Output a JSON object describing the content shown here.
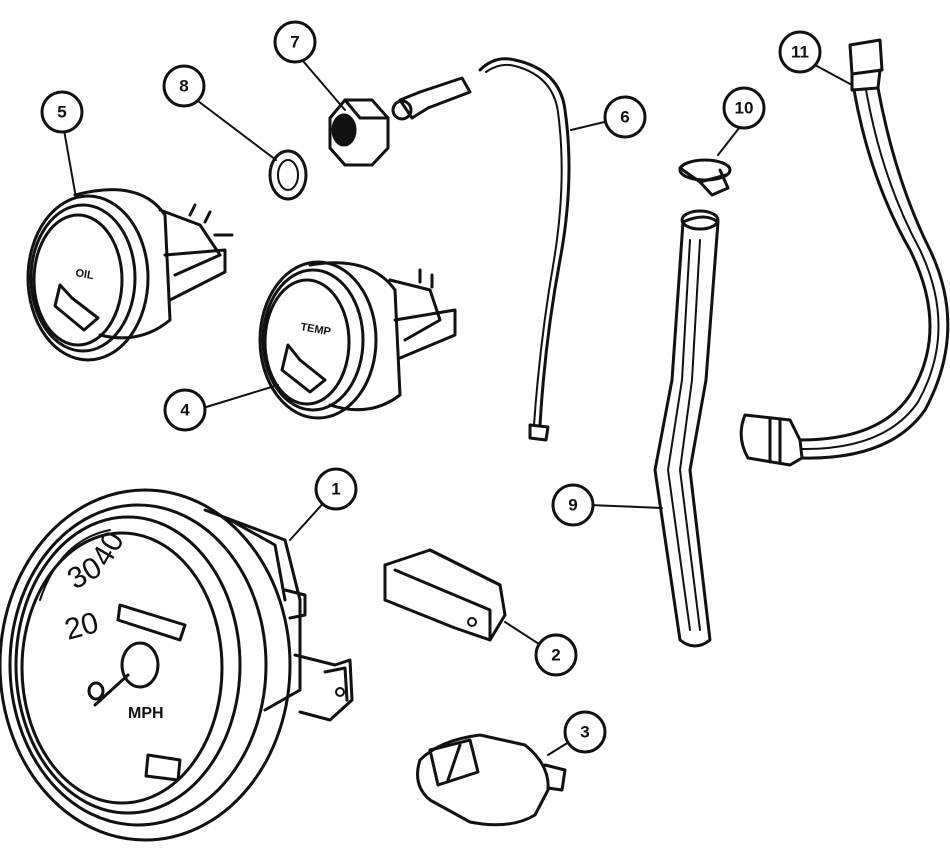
{
  "callouts": [
    {
      "num": "1"
    },
    {
      "num": "2"
    },
    {
      "num": "3"
    },
    {
      "num": "4"
    },
    {
      "num": "5"
    },
    {
      "num": "6"
    },
    {
      "num": "7"
    },
    {
      "num": "8"
    },
    {
      "num": "9"
    },
    {
      "num": "10"
    },
    {
      "num": "11"
    }
  ],
  "speedometer": {
    "scale": [
      "20",
      "30",
      "40"
    ],
    "unit": "MPH"
  },
  "oil_gauge": {
    "label": "OIL"
  },
  "temp_gauge": {
    "label": "TEMP"
  }
}
